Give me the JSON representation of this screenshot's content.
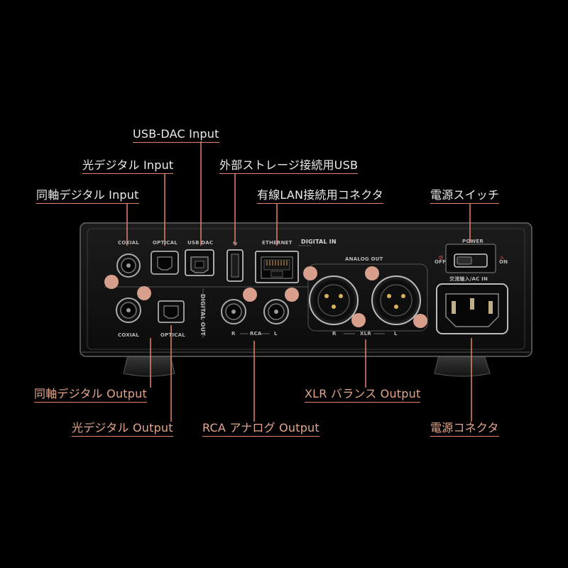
{
  "labels": {
    "usb_dac_input": "USB-DAC Input",
    "optical_input": "光デジタル Input",
    "coaxial_input": "同軸デジタル Input",
    "usb_storage": "外部ストレージ接続用USB",
    "ethernet_connector": "有線LAN接続用コネクタ",
    "power_switch": "電源スイッチ",
    "coaxial_output": "同軸デジタル Output",
    "optical_output": "光デジタル Output",
    "rca_analog_output": "RCA アナログ Output",
    "xlr_balanced_output": "XLR バランス Output",
    "power_connector": "電源コネクタ"
  },
  "panel": {
    "coaxial_top": "COXIAL",
    "optical_top": "OPTICAL",
    "usb_dac": "USB DAC",
    "ethernet": "ETHERNET",
    "digital_in": "DIGITAL IN",
    "analog_out": "ANALOG OUT",
    "power": "POWER",
    "off": "OFF",
    "on": "ON",
    "off_jp": "切",
    "on_jp": "入",
    "ac_in": "交流输入/AC IN",
    "coaxial_bottom": "COXIAL",
    "optical_bottom": "OPTICAL",
    "digital_out": "DIGITAL OUT",
    "rca_r": "R",
    "rca": "RCA",
    "rca_l": "L",
    "xlr_r": "R",
    "xlr": "XLR",
    "xlr_l": "L"
  },
  "colors": {
    "background": "#000000",
    "accent_line": "#e0856c",
    "callout_dot": "#d8a08c",
    "input_label": "#ececec",
    "output_label": "#e3a58c"
  }
}
